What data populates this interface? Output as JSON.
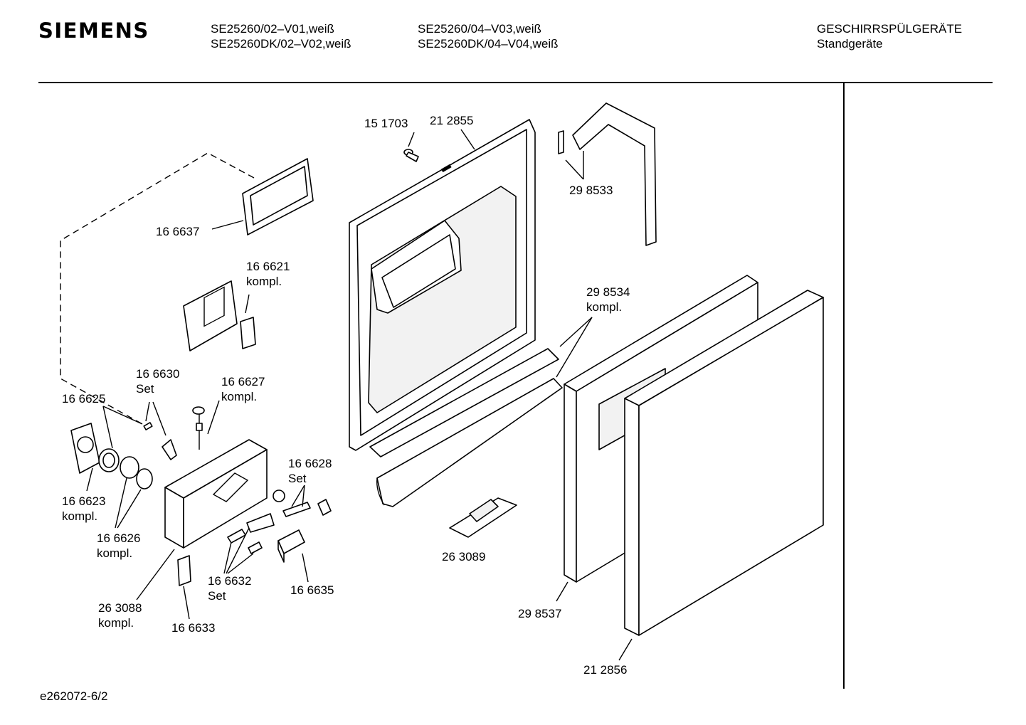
{
  "header": {
    "brand": "SIEMENS",
    "models_col1": [
      "SE25260/02–V01,weiß",
      "SE25260DK/02–V02,weiß"
    ],
    "models_col2": [
      "SE25260/04–V03,weiß",
      "SE25260DK/04–V04,weiß"
    ],
    "category": [
      "GESCHIRRSPÜLGERÄTE",
      "Standgeräte"
    ]
  },
  "footer": {
    "drawing_id": "e262072-6/2"
  },
  "parts": [
    {
      "lines": [
        "15 1703"
      ]
    },
    {
      "lines": [
        "21 2855"
      ]
    },
    {
      "lines": [
        "29 8533"
      ]
    },
    {
      "lines": [
        "16 6637"
      ]
    },
    {
      "lines": [
        "16 6621",
        "kompl."
      ]
    },
    {
      "lines": [
        "29 8534",
        "kompl."
      ]
    },
    {
      "lines": [
        "16 6630",
        "Set"
      ]
    },
    {
      "lines": [
        "16 6627",
        "kompl."
      ]
    },
    {
      "lines": [
        "16 6625"
      ]
    },
    {
      "lines": [
        "16 6628",
        "Set"
      ]
    },
    {
      "lines": [
        "16 6623",
        "kompl."
      ]
    },
    {
      "lines": [
        "16 6626",
        "kompl."
      ]
    },
    {
      "lines": [
        "26 3089"
      ]
    },
    {
      "lines": [
        "16 6632",
        "Set"
      ]
    },
    {
      "lines": [
        "16 6635"
      ]
    },
    {
      "lines": [
        "29 8537"
      ]
    },
    {
      "lines": [
        "26 3088",
        "kompl."
      ]
    },
    {
      "lines": [
        "16 6633"
      ]
    },
    {
      "lines": [
        "21 2856"
      ]
    }
  ]
}
